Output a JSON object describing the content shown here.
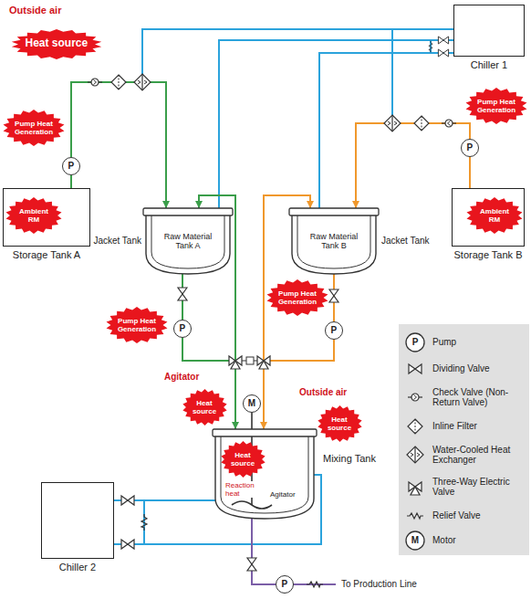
{
  "diagram": {
    "nodes": [
      {
        "text": [
          "Heat source"
        ]
      },
      {
        "text": [
          "Chiller 1"
        ]
      },
      {
        "text": [
          "Pump Heat Generation"
        ]
      },
      {
        "text": [
          "P"
        ]
      },
      {
        "text": [
          "Storage Tank A"
        ]
      },
      {
        "text": [
          "Ambient RM"
        ],
        "in": 4
      },
      {
        "text": [
          "Raw Material Tank A"
        ]
      },
      {
        "text": [
          "Raw Material Tank B"
        ]
      },
      {
        "text": [
          "Pump Heat Generation"
        ]
      },
      {
        "text": [
          "P"
        ]
      },
      {
        "text": [
          "Storage Tank B"
        ]
      },
      {
        "text": [
          "Ambient RM"
        ],
        "in": 10
      },
      {
        "text": [
          "Pump Heat Generation"
        ]
      },
      {
        "text": [
          "P"
        ]
      },
      {
        "text": [
          "Pump Heat Generation"
        ]
      },
      {
        "text": [
          "P"
        ]
      },
      {
        "text": [
          "Heat source"
        ]
      },
      {
        "text": [
          "M"
        ]
      },
      {
        "text": [
          "Heat source"
        ]
      },
      {
        "text": [
          "Mixing Tank"
        ]
      },
      {
        "text": [
          "Heat source"
        ],
        "in": 19
      },
      {
        "text": [
          "Chiller 2"
        ]
      },
      {
        "text": [
          "P"
        ]
      }
    ],
    "edges": [
      {
        "from": 4,
        "to": 3,
        "arrow": "none"
      },
      {
        "from": 3,
        "to": 6,
        "arrow": "to"
      },
      {
        "from": 10,
        "to": 9,
        "arrow": "none"
      },
      {
        "from": 9,
        "to": 7,
        "arrow": "to"
      },
      {
        "from": 1,
        "to": 6,
        "arrow": "none"
      },
      {
        "from": 1,
        "to": 7,
        "arrow": "none"
      },
      {
        "from": 6,
        "to": 13,
        "arrow": "none"
      },
      {
        "from": 13,
        "to": 19,
        "arrow": "to"
      },
      {
        "from": 13,
        "to": 6,
        "arrow": "to"
      },
      {
        "from": 7,
        "to": 15,
        "arrow": "none"
      },
      {
        "from": 15,
        "to": 19,
        "arrow": "to"
      },
      {
        "from": 15,
        "to": 7,
        "arrow": "to"
      },
      {
        "from": 21,
        "to": 19,
        "arrow": "none"
      },
      {
        "from": 19,
        "to": 21,
        "arrow": "none"
      },
      {
        "from": 19,
        "to": 22,
        "arrow": "none"
      }
    ],
    "labels": [
      "Outside air",
      "Jacket Tank",
      "Jacket Tank",
      "Agitator",
      "Outside air",
      "Reaction heat",
      "Agitator",
      "To Production Line",
      "P",
      "M"
    ],
    "legend": [
      {
        "text": "Pump"
      },
      {
        "text": "Dividing Valve"
      },
      {
        "text": "Check Valve (Non-Return Valve)"
      },
      {
        "text": "Inline Filter"
      },
      {
        "text": "Water-Cooled Heat Exchanger"
      },
      {
        "text": "Three-Way Electric Valve"
      },
      {
        "text": "Relief Valve"
      },
      {
        "text": "Motor"
      }
    ]
  }
}
